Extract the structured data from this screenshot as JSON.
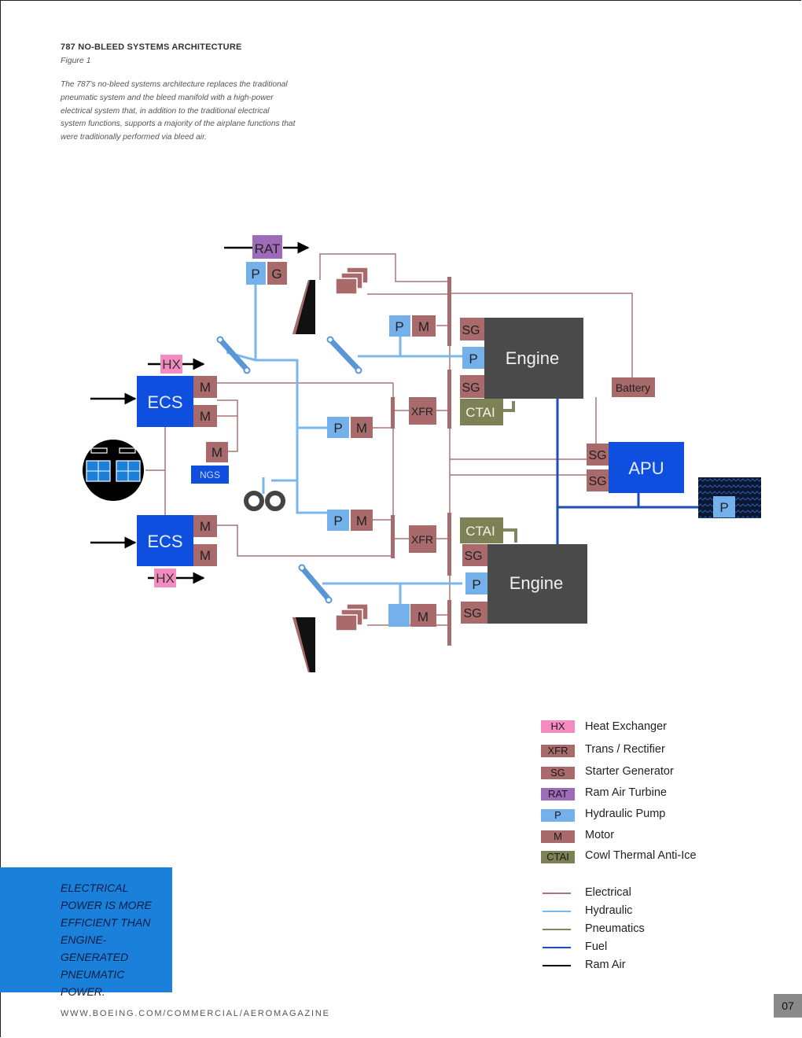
{
  "header": {
    "title": "787 NO-BLEED SYSTEMS ARCHITECTURE",
    "figure": "Figure 1",
    "caption": "The 787’s no-bleed systems architecture replaces the traditional pneumatic system and the bleed manifold with a high-power electrical system that, in addition to the traditional electrical system functions, supports a majority of the airplane functions that were traditionally performed via bleed air."
  },
  "diagram": {
    "labels": {
      "rat": "RAT",
      "p": "P",
      "g": "G",
      "m": "M",
      "sg": "SG",
      "hx": "HX",
      "ecs": "ECS",
      "engine": "Engine",
      "apu": "APU",
      "battery": "Battery",
      "xfr": "XFR",
      "ctai": "CTAI",
      "ngs": "NGS"
    }
  },
  "legend": {
    "boxes": [
      {
        "code": "HX",
        "label": "Heat Exchanger",
        "color": "#f48cc2"
      },
      {
        "code": "XFR",
        "label": "Trans / Rectifier",
        "color": "#a86a6a"
      },
      {
        "code": "SG",
        "label": "Starter Generator",
        "color": "#a86a6a"
      },
      {
        "code": "RAT",
        "label": "Ram Air Turbine",
        "color": "#9d6bb8"
      },
      {
        "code": "P",
        "label": "Hydraulic Pump",
        "color": "#74b1ea"
      },
      {
        "code": "M",
        "label": "Motor",
        "color": "#a86a6a"
      },
      {
        "code": "CTAI",
        "label": "Cowl Thermal Anti-Ice",
        "color": "#7e8055"
      }
    ],
    "lines": [
      {
        "label": "Electrical",
        "color": "#a87676"
      },
      {
        "label": "Hydraulic",
        "color": "#7ab7ee"
      },
      {
        "label": "Pneumatics",
        "color": "#838561"
      },
      {
        "label": "Fuel",
        "color": "#1c4eb6"
      },
      {
        "label": "Ram Air",
        "color": "#000000"
      }
    ]
  },
  "sidebar": {
    "quote": "ELECTRICAL POWER IS MORE EFFICIENT THAN ENGINE-GENERATED PNEUMATIC POWER."
  },
  "footer": {
    "url": "WWW.BOEING.COM/COMMERCIAL/AEROMAGAZINE",
    "page": "07"
  },
  "colors": {
    "electrical": "#a87676",
    "hydraulic": "#7ab7ee",
    "pneumatics": "#838561",
    "fuel": "#1c4eb6",
    "ram_air": "#000000",
    "engine": "#4a4a4a",
    "ecs_apu": "#0f4fe0"
  }
}
